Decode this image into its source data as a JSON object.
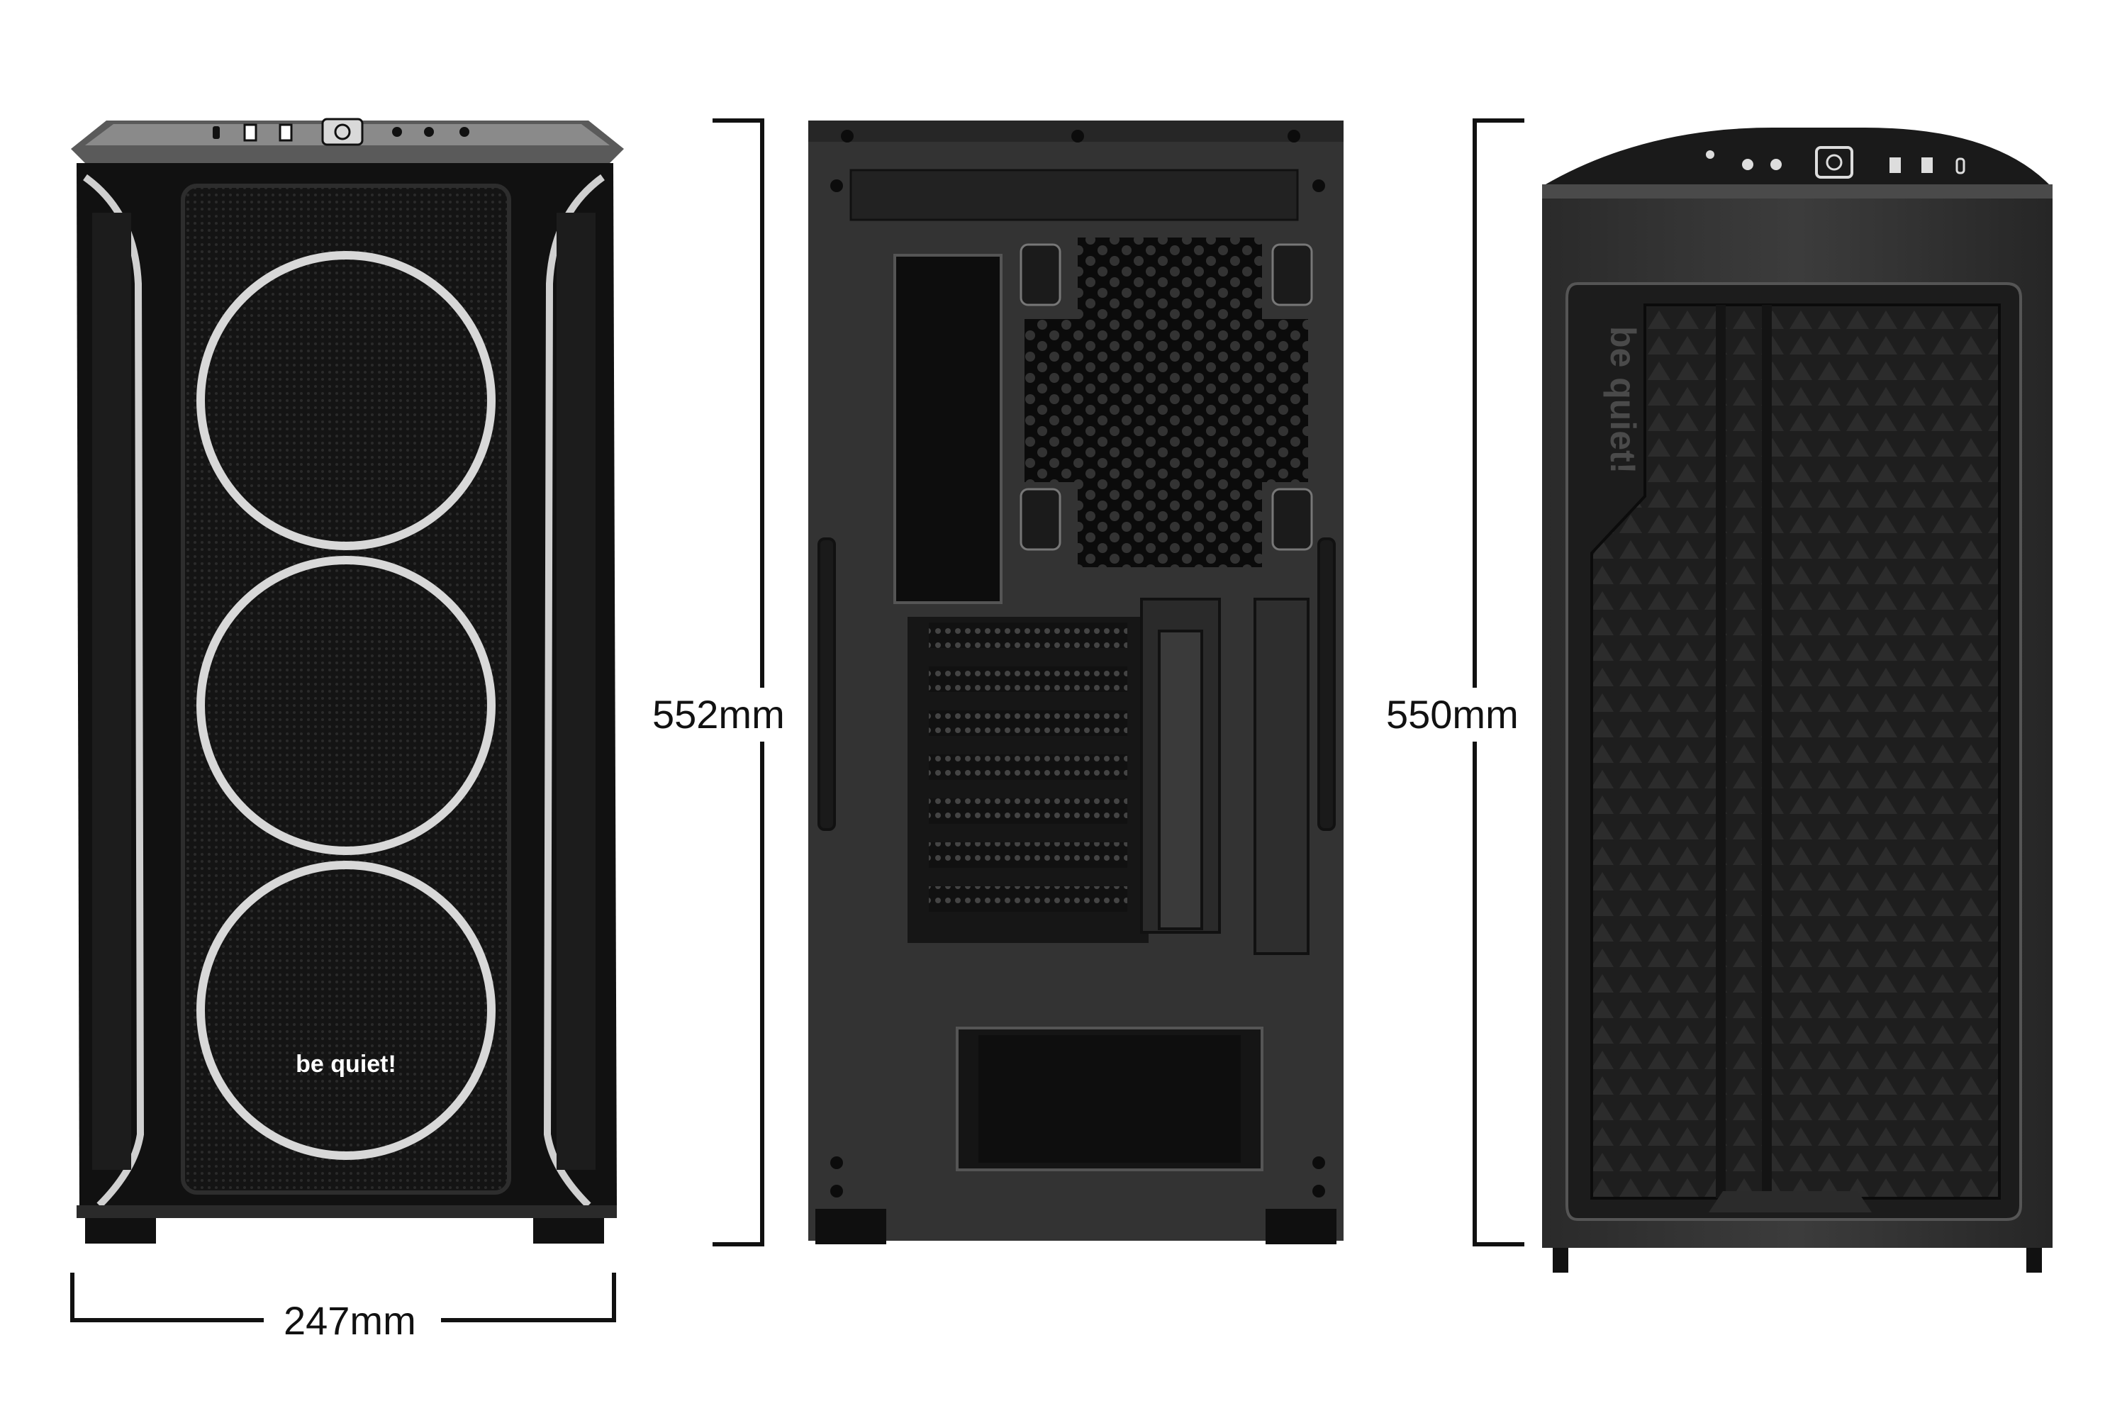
{
  "dimensions": {
    "width": "247mm",
    "height_rear": "552mm",
    "height_side": "550mm"
  },
  "front_view": {
    "logo_text": "be quiet!"
  },
  "side_view": {
    "logo_text": "be quiet!"
  },
  "colors": {
    "case_body": "#1a1a1a",
    "case_dark": "#0c0c0c",
    "panel_gray": "#3a3a3a",
    "ring_light": "#cfcfcf",
    "dimension_line": "#111111",
    "background": "#ffffff"
  }
}
